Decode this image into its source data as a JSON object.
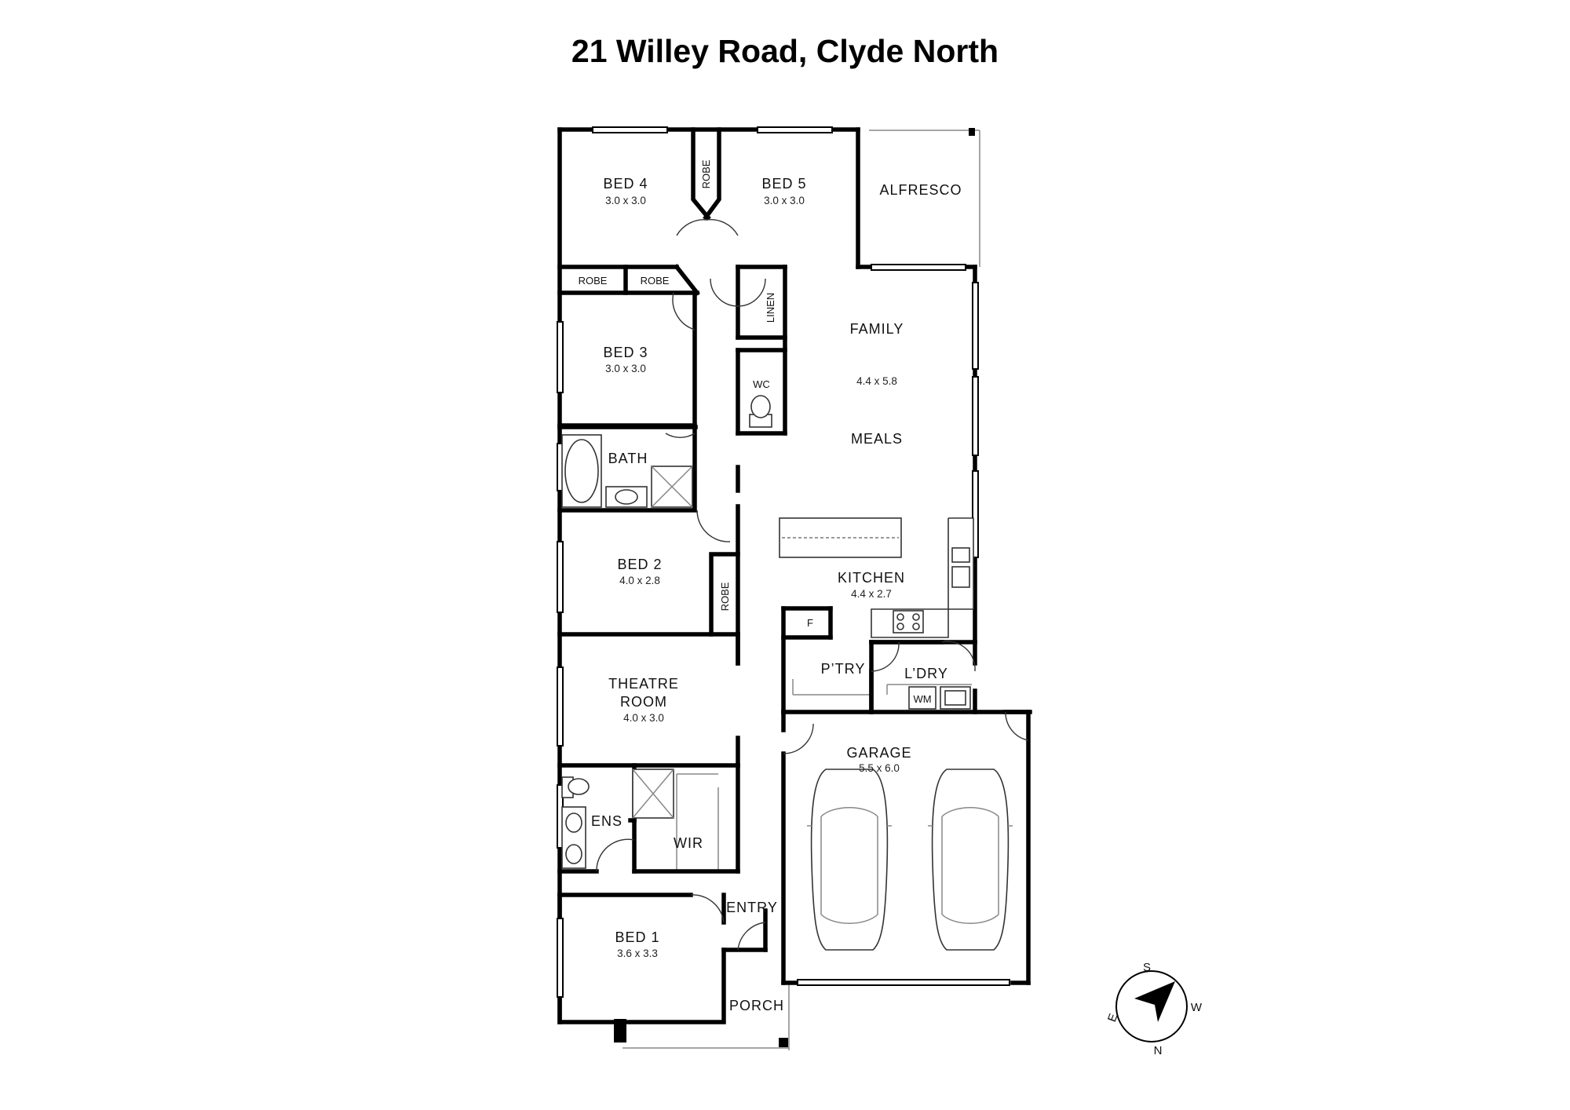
{
  "title": "21 Willey Road, Clyde North",
  "rooms": {
    "bed4": {
      "name": "BED 4",
      "dims": "3.0 x 3.0"
    },
    "bed5": {
      "name": "BED 5",
      "dims": "3.0 x 3.0"
    },
    "alfresco": {
      "name": "ALFRESCO"
    },
    "robe_bed45": {
      "name": "ROBE"
    },
    "robe_a": {
      "name": "ROBE"
    },
    "robe_b": {
      "name": "ROBE"
    },
    "linen": {
      "name": "LINEN"
    },
    "bed3": {
      "name": "BED 3",
      "dims": "3.0 x 3.0"
    },
    "family": {
      "name": "FAMILY",
      "dims": "4.4 x 5.8"
    },
    "wc": {
      "name": "WC"
    },
    "meals": {
      "name": "MEALS"
    },
    "bath": {
      "name": "BATH"
    },
    "bed2": {
      "name": "BED 2",
      "dims": "4.0 x 2.8"
    },
    "robe_bed2": {
      "name": "ROBE"
    },
    "kitchen": {
      "name": "KITCHEN",
      "dims": "4.4 x 2.7"
    },
    "fridge": {
      "name": "F"
    },
    "pantry": {
      "name": "P’TRY"
    },
    "laundry": {
      "name": "L’DRY"
    },
    "wm": {
      "name": "WM"
    },
    "theatre": {
      "name_line1": "THEATRE",
      "name_line2": "ROOM",
      "dims": "4.0 x 3.0"
    },
    "garage": {
      "name": "GARAGE",
      "dims": "5.5 x 6.0"
    },
    "ens": {
      "name": "ENS"
    },
    "wir": {
      "name": "WIR"
    },
    "entry": {
      "name": "ENTRY"
    },
    "bed1": {
      "name": "BED 1",
      "dims": "3.6 x 3.3"
    },
    "porch": {
      "name": "PORCH"
    }
  },
  "compass": {
    "s": "S",
    "w": "W",
    "e": "E",
    "n": "N"
  }
}
